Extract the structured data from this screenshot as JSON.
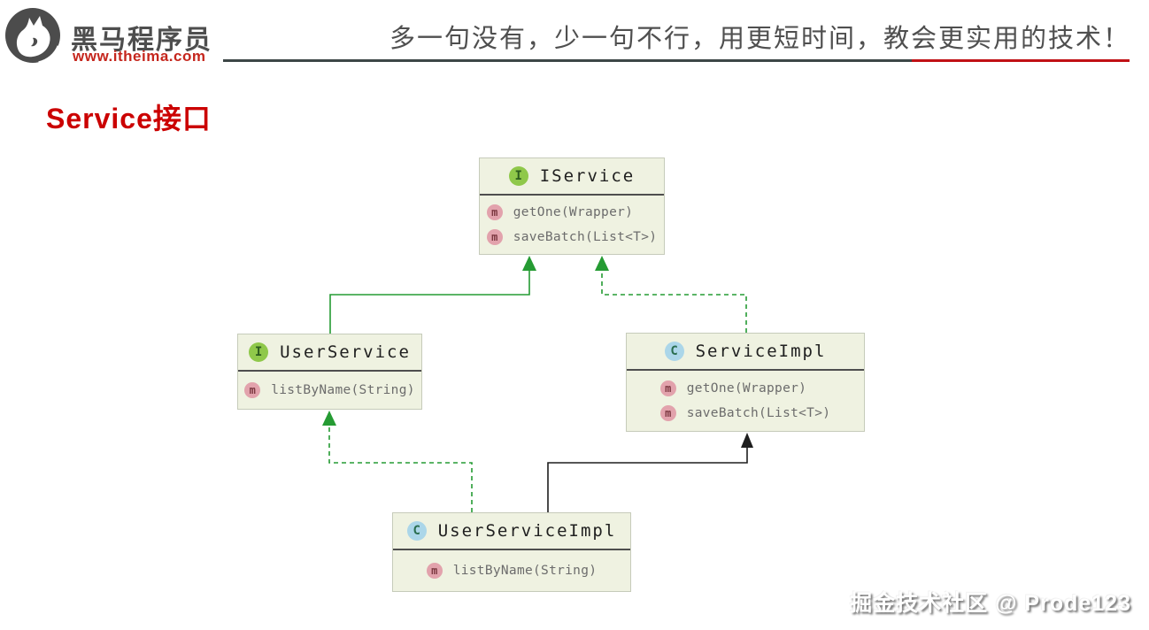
{
  "header": {
    "brand": {
      "name": "黑马程序员",
      "url": "www.itheima.com"
    },
    "slogan": "多一句没有，少一句不行，用更短时间，教会更实用的技术！"
  },
  "title": "Service接口",
  "watermark": "掘金技术社区 @ Prode123",
  "colors": {
    "title_red": "#cb0000",
    "brand_red": "#c5261d",
    "rule_gray": "#3d4646",
    "rule_red": "#c01015",
    "node_background": "#eff2e1",
    "node_border": "#c6cbba",
    "interface_badge": "#8fc84a",
    "class_badge": "#abd6e9",
    "method_badge": "#e2a2ac",
    "edge_green": "#259b33",
    "edge_black": "#1e1e1e"
  },
  "diagram": {
    "nodes": {
      "iservice": {
        "kind": "interface",
        "badge": "I",
        "title": "IService",
        "methods": [
          {
            "badge": "m",
            "label": "getOne(Wrapper)"
          },
          {
            "badge": "m",
            "label": "saveBatch(List<T>)"
          }
        ]
      },
      "userservice": {
        "kind": "interface",
        "badge": "I",
        "title": "UserService",
        "methods": [
          {
            "badge": "m",
            "label": "listByName(String)"
          }
        ]
      },
      "serviceimpl": {
        "kind": "class",
        "badge": "C",
        "title": "ServiceImpl",
        "methods": [
          {
            "badge": "m",
            "label": "getOne(Wrapper)"
          },
          {
            "badge": "m",
            "label": "saveBatch(List<T>)"
          }
        ]
      },
      "userserviceimpl": {
        "kind": "class",
        "badge": "C",
        "title": "UserServiceImpl",
        "methods": [
          {
            "badge": "m",
            "label": "listByName(String)"
          }
        ]
      }
    },
    "edges": [
      {
        "from": "UserService",
        "to": "IService",
        "line": "solid",
        "color": "#259b33",
        "relation": "extends"
      },
      {
        "from": "ServiceImpl",
        "to": "IService",
        "line": "dashed",
        "color": "#259b33",
        "relation": "implements"
      },
      {
        "from": "UserServiceImpl",
        "to": "UserService",
        "line": "dashed",
        "color": "#259b33",
        "relation": "implements"
      },
      {
        "from": "UserServiceImpl",
        "to": "ServiceImpl",
        "line": "solid",
        "color": "#1e1e1e",
        "relation": "extends"
      }
    ]
  }
}
